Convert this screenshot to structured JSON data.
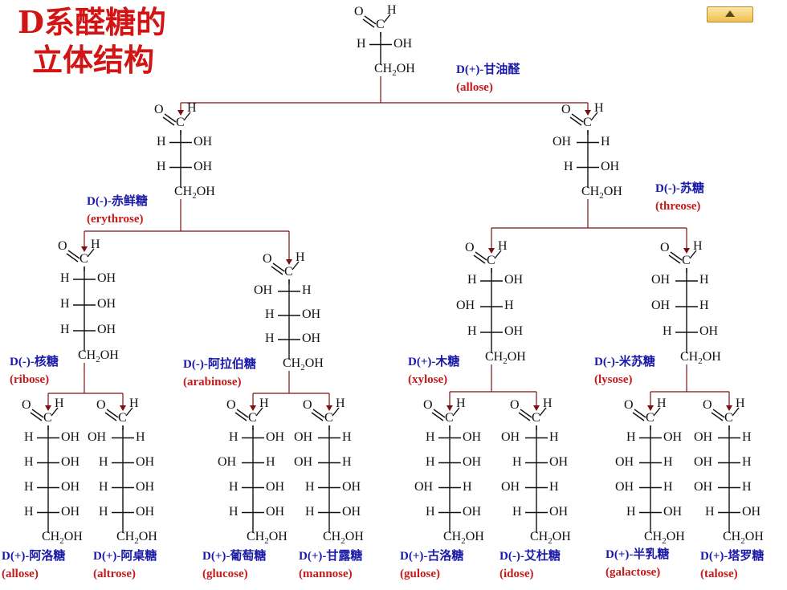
{
  "title": [
    "D系醛糖的",
    "立体结构"
  ],
  "colors": {
    "title": "#d21414",
    "chinese_name": "#1a1aa8",
    "english_name": "#c41a1a",
    "tree_line": "#7a1010"
  },
  "home_button": {
    "icon": "home-up-arrow-icon"
  },
  "formula": {
    "oxygen": "O",
    "hydrogen": "H",
    "carbon": "C",
    "hydroxyl": "OH",
    "ch2oh": "CH",
    "two": "2",
    "oh_tail": "OH"
  },
  "molecules": [
    {
      "id": "glyceraldehyde",
      "cn": "D(+)-甘油醛",
      "en": "(allose)",
      "rows": [
        "R"
      ]
    },
    {
      "id": "erythrose",
      "cn": "D(-)-赤鲜糖",
      "en": "(erythrose)",
      "rows": [
        "R",
        "R"
      ]
    },
    {
      "id": "threose",
      "cn": "D(-)-苏糖",
      "en": "(threose)",
      "rows": [
        "L",
        "R"
      ]
    },
    {
      "id": "ribose",
      "cn": "D(-)-核糖",
      "en": "(ribose)",
      "rows": [
        "R",
        "R",
        "R"
      ]
    },
    {
      "id": "arabinose",
      "cn": "D(-)-阿拉伯糖",
      "en": "(arabinose)",
      "rows": [
        "L",
        "R",
        "R"
      ]
    },
    {
      "id": "xylose",
      "cn": "D(+)-木糖",
      "en": "(xylose)",
      "rows": [
        "R",
        "L",
        "R"
      ]
    },
    {
      "id": "lysose",
      "cn": "D(-)-米苏糖",
      "en": "(lysose)",
      "rows": [
        "L",
        "L",
        "R"
      ]
    },
    {
      "id": "allose",
      "cn": "D(+)-阿洛糖",
      "en": "(allose)",
      "rows": [
        "R",
        "R",
        "R",
        "R"
      ]
    },
    {
      "id": "altrose",
      "cn": "D(+)-阿桌糖",
      "en": "(altrose)",
      "rows": [
        "L",
        "R",
        "R",
        "R"
      ]
    },
    {
      "id": "glucose",
      "cn": "D(+)-葡萄糖",
      "en": "(glucose)",
      "rows": [
        "R",
        "L",
        "R",
        "R"
      ]
    },
    {
      "id": "mannose",
      "cn": "D(+)-甘露糖",
      "en": "(mannose)",
      "rows": [
        "L",
        "L",
        "R",
        "R"
      ]
    },
    {
      "id": "gulose",
      "cn": "D(+)-古洛糖",
      "en": "(gulose)",
      "rows": [
        "R",
        "R",
        "L",
        "R"
      ]
    },
    {
      "id": "idose",
      "cn": "D(-)-艾杜糖",
      "en": "(idose)",
      "rows": [
        "L",
        "R",
        "L",
        "R"
      ]
    },
    {
      "id": "galactose",
      "cn": "D(+)-半乳糖",
      "en": "(galactose)",
      "rows": [
        "R",
        "L",
        "L",
        "R"
      ]
    },
    {
      "id": "talose",
      "cn": "D(+)-塔罗糖",
      "en": "(talose)",
      "rows": [
        "L",
        "L",
        "L",
        "R"
      ]
    }
  ]
}
